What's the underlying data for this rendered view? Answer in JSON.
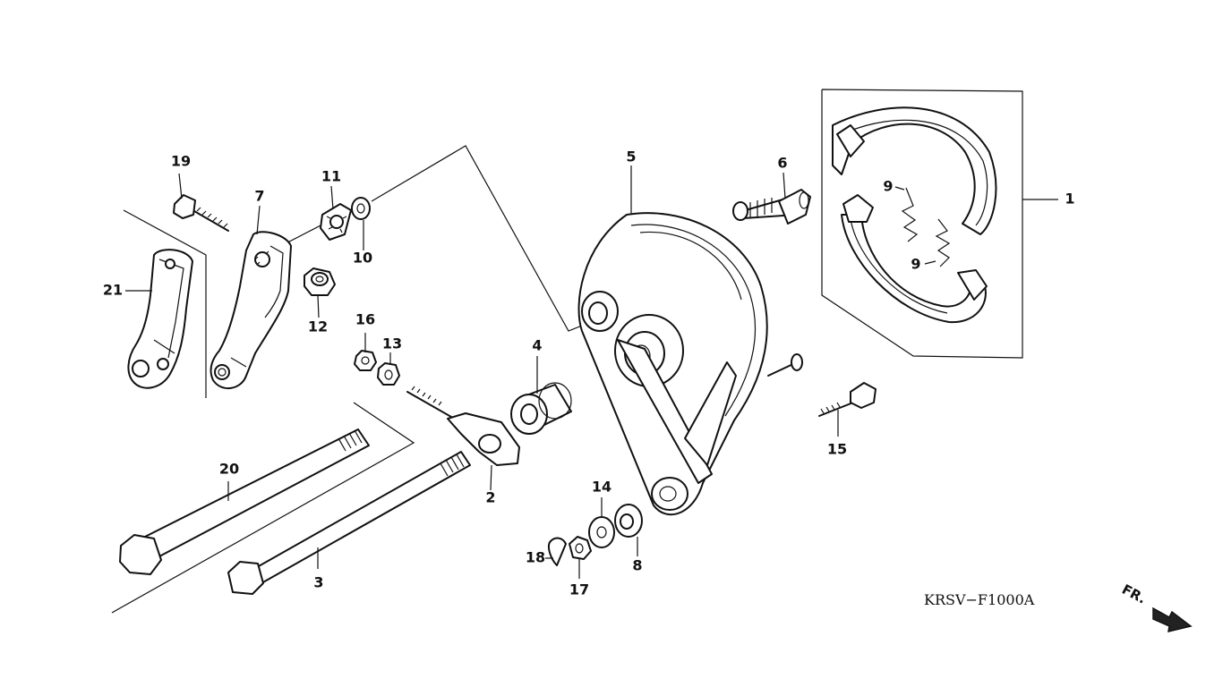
{
  "diagram": {
    "code": "KRSV−F1000A",
    "direction_label": "FR.",
    "labels": {
      "p1": "1",
      "p2": "2",
      "p3": "3",
      "p4": "4",
      "p5": "5",
      "p6": "6",
      "p7": "7",
      "p8": "8",
      "p9a": "9",
      "p9b": "9",
      "p10": "10",
      "p11": "11",
      "p12": "12",
      "p13": "13",
      "p14": "14",
      "p15": "15",
      "p16": "16",
      "p17": "17",
      "p18": "18",
      "p19": "19",
      "p20": "20",
      "p21": "21"
    }
  }
}
